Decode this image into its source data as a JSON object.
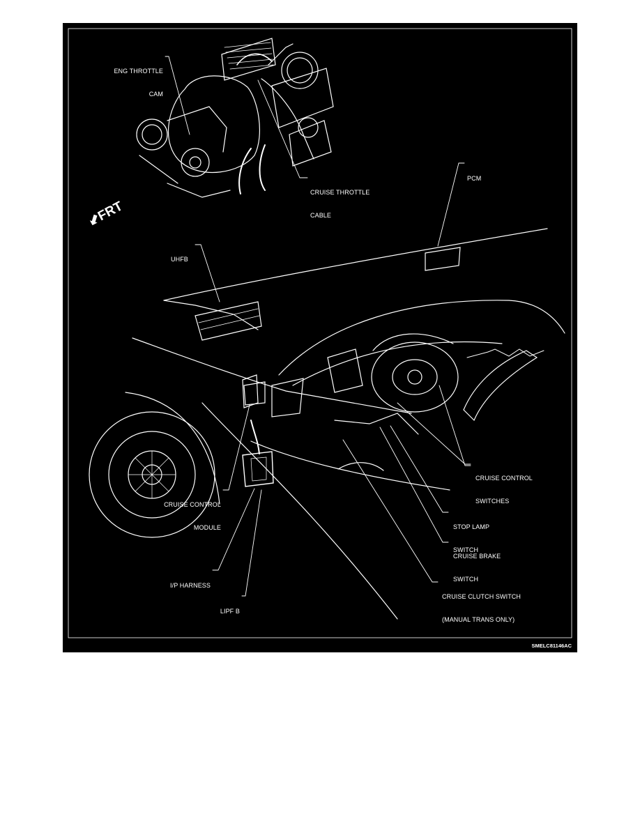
{
  "figure_id": "SMELC81146AC",
  "direction_label": "FRT",
  "labels": {
    "eng_throttle_cam": [
      "ENG THROTTLE",
      "CAM"
    ],
    "cruise_throttle_cable": [
      "CRUISE THROTTLE",
      "CABLE"
    ],
    "pcm": [
      "PCM"
    ],
    "uhfb": [
      "UHFB"
    ],
    "cruise_control_switches": [
      "CRUISE CONTROL",
      "SWITCHES"
    ],
    "cruise_control_module": [
      "CRUISE CONTROL",
      "MODULE"
    ],
    "stop_lamp_switch": [
      "STOP LAMP",
      "SWITCH"
    ],
    "cruise_brake_switch": [
      "CRUISE BRAKE",
      "SWITCH"
    ],
    "ip_harness": [
      "I/P HARNESS"
    ],
    "cruise_clutch_switch": [
      "CRUISE CLUTCH SWITCH",
      "(MANUAL TRANS ONLY)"
    ],
    "lipf_b": [
      "LIPF B"
    ]
  },
  "colors": {
    "background": "#000000",
    "lines": "#ffffff",
    "page": "#ffffff"
  }
}
